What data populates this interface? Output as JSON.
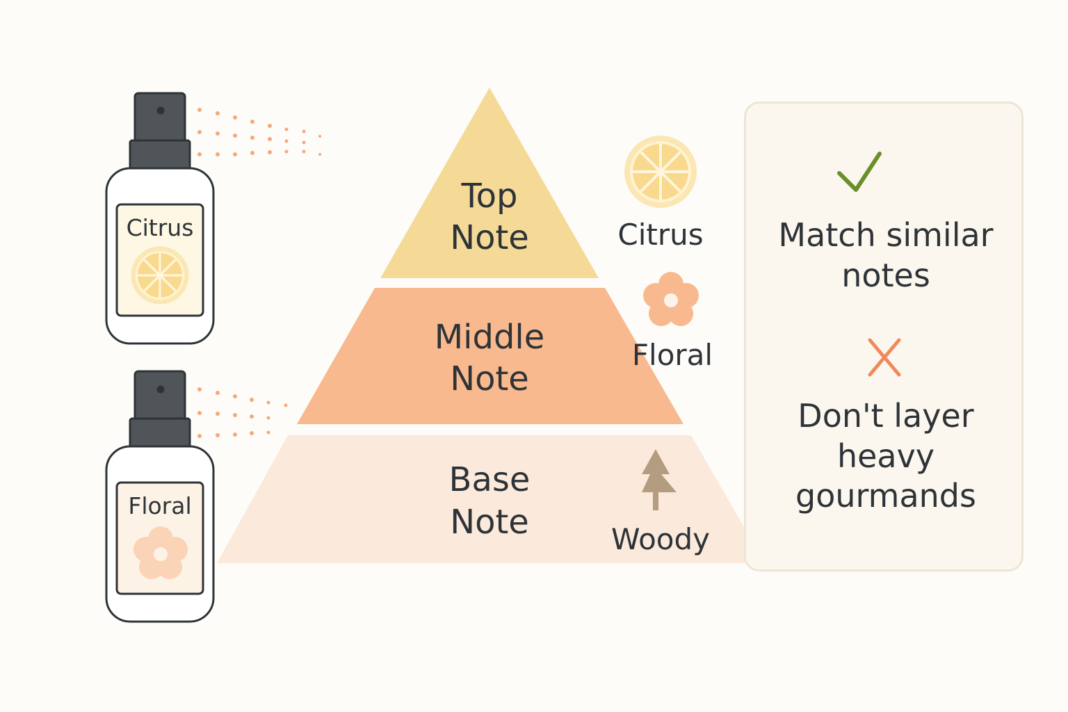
{
  "bottles": [
    {
      "label": "Citrus",
      "icon": "lemon-slice-icon"
    },
    {
      "label": "Floral",
      "icon": "flower-icon"
    }
  ],
  "pyramid": {
    "top": {
      "title_line1": "Top",
      "title_line2": "Note",
      "color": "#f5d996",
      "family": "Citrus",
      "icon": "lemon-slice-icon"
    },
    "middle": {
      "title_line1": "Middle",
      "title_line2": "Note",
      "color": "#f9b98e",
      "family": "Floral",
      "icon": "flower-icon"
    },
    "base": {
      "title_line1": "Base",
      "title_line2": "Note",
      "color": "#fbeadb",
      "family": "Woody",
      "icon": "tree-icon"
    }
  },
  "tips": {
    "do": {
      "line1": "Match similar",
      "line2": "notes",
      "icon": "checkmark-icon",
      "color": "#6a8f2a"
    },
    "dont": {
      "line1": "Don't layer",
      "line2": "heavy",
      "line3": "gourmands",
      "icon": "x-mark-icon",
      "color": "#ef8a5c"
    }
  },
  "colors": {
    "background": "#fdfcf8",
    "bottle_cap": "#4f5558",
    "spray_dots": "#f4a97a",
    "tree": "#b39c80"
  }
}
